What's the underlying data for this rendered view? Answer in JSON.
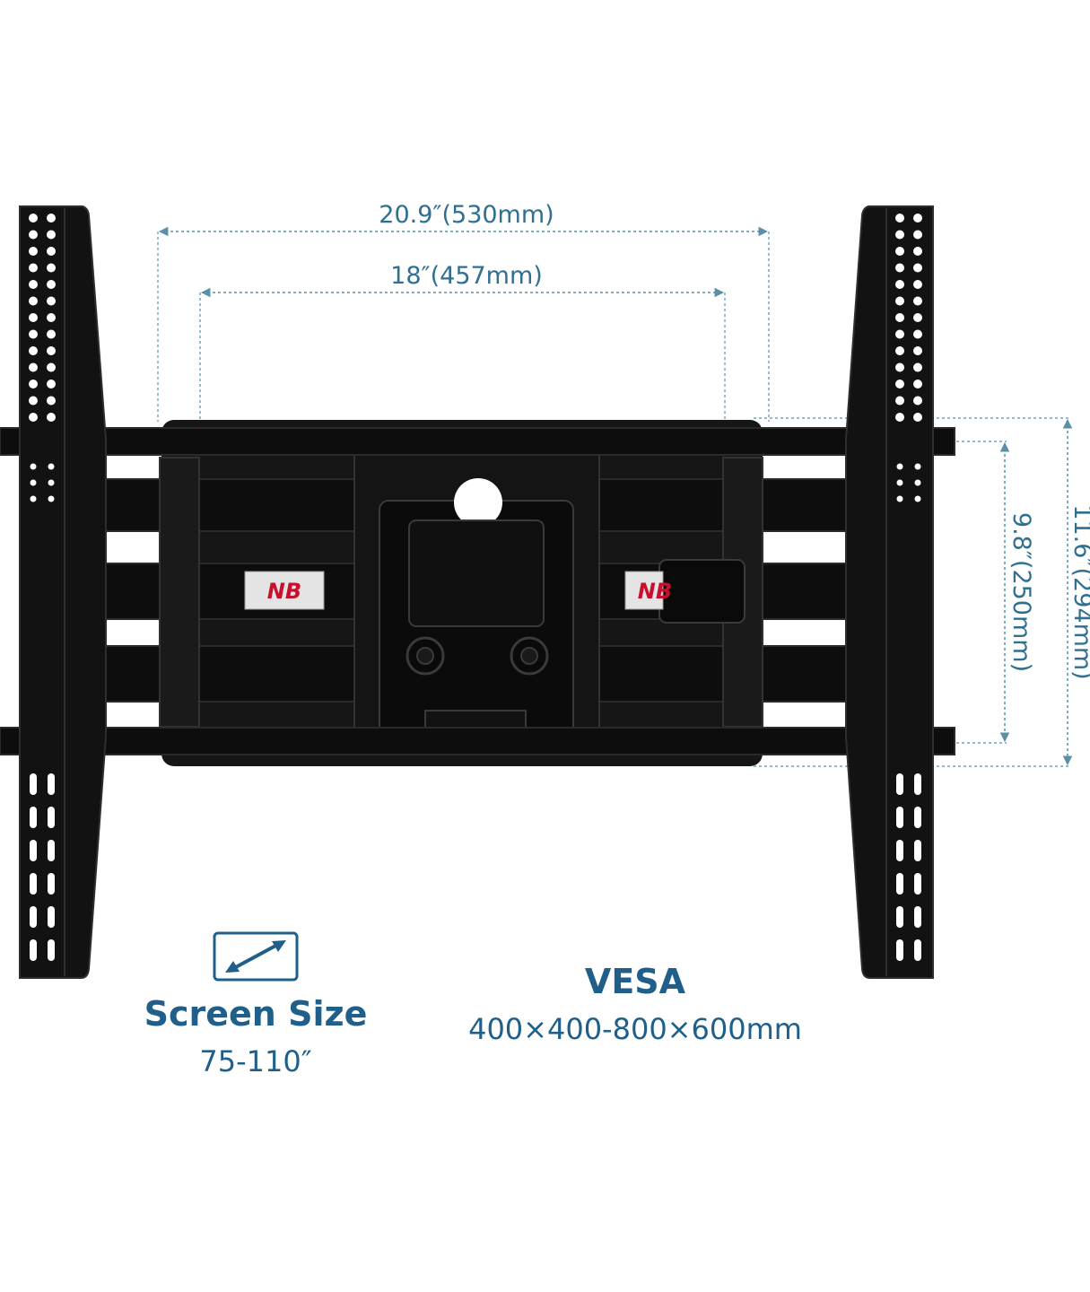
{
  "dimensions": {
    "outer_width": "20.9″(530mm)",
    "inner_width": "18″(457mm)",
    "inner_height": "9.8″(250mm)",
    "outer_height": "11.6″(294mm)"
  },
  "brand_badges": [
    "NB",
    "NB"
  ],
  "screen_size": {
    "icon": "diagonal-arrow-icon",
    "title": "Screen Size",
    "value": "75-110″"
  },
  "vesa": {
    "title": "VESA",
    "value": "400×400-800×600mm"
  },
  "colors": {
    "accent": "#1f5f8a",
    "dimension_lines": "#5a8fa8",
    "mount": "#111111"
  }
}
